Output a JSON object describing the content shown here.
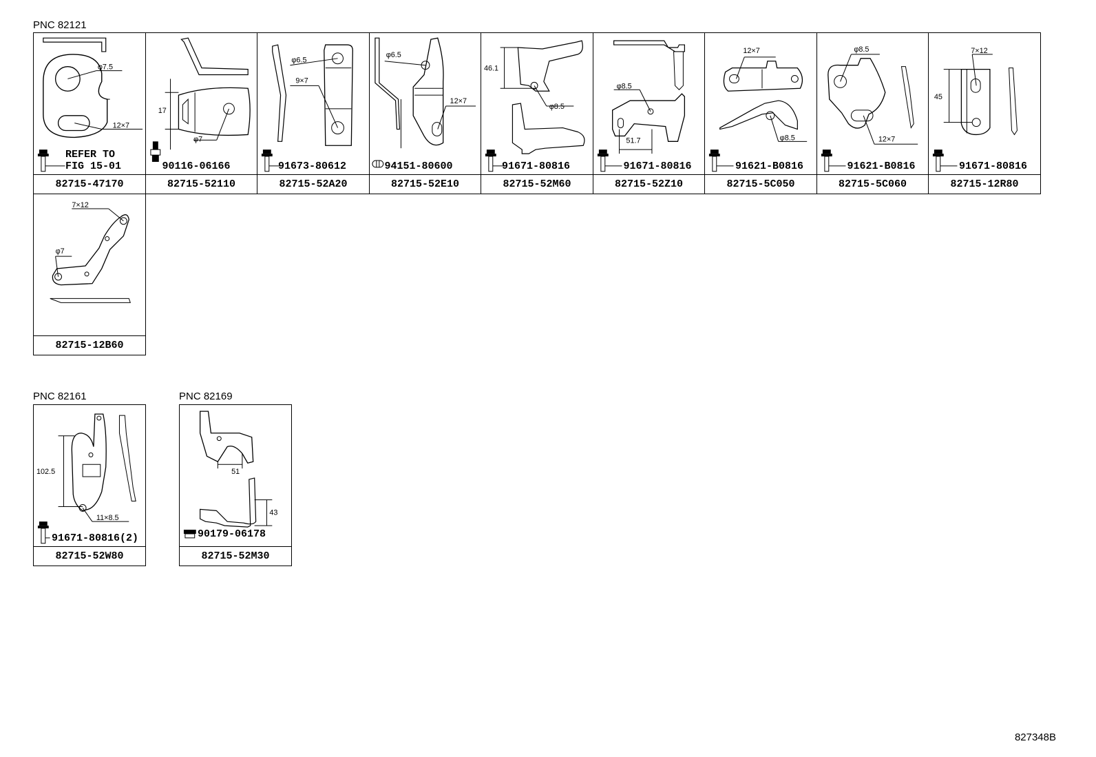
{
  "sections": [
    {
      "pnc": "PNC 82121",
      "rows": [
        [
          {
            "part": "82715-47170",
            "hardware": "",
            "refer": [
              "REFER TO",
              "FIG 15-01"
            ],
            "dims": [
              "φ7.5",
              "12×7"
            ]
          },
          {
            "part": "82715-52110",
            "hardware": "90116-06166",
            "dims": [
              "17",
              "φ7"
            ]
          },
          {
            "part": "82715-52A20",
            "hardware": "91673-80612",
            "dims": [
              "φ6.5",
              "9×7"
            ]
          },
          {
            "part": "82715-52E10",
            "hardware": "94151-80600",
            "dims": [
              "φ6.5",
              "12×7"
            ]
          },
          {
            "part": "82715-52M60",
            "hardware": "91671-80816",
            "dims": [
              "46.1",
              "φ8.5"
            ]
          },
          {
            "part": "82715-52Z10",
            "hardware": "91671-80816",
            "dims": [
              "φ8.5",
              "51.7"
            ]
          },
          {
            "part": "82715-5C050",
            "hardware": "91621-B0816",
            "dims": [
              "12×7",
              "φ8.5"
            ]
          },
          {
            "part": "82715-5C060",
            "hardware": "91621-B0816",
            "dims": [
              "φ8.5",
              "12×7"
            ]
          },
          {
            "part": "82715-12R80",
            "hardware": "91671-80816",
            "dims": [
              "7×12",
              "45"
            ]
          }
        ],
        [
          {
            "part": "82715-12B60",
            "hardware": "",
            "dims": [
              "7×12",
              "φ7"
            ]
          }
        ]
      ]
    },
    {
      "pnc": "PNC 82161",
      "rows": [
        [
          {
            "part": "82715-52W80",
            "hardware": "91671-80816(2)",
            "dims": [
              "102.5",
              "11×8.5"
            ]
          }
        ]
      ]
    },
    {
      "pnc": "PNC 82169",
      "rows": [
        [
          {
            "part": "82715-52M30",
            "hardware": "90179-06178",
            "dims": [
              "51",
              "43"
            ]
          }
        ]
      ]
    }
  ],
  "figure_id": "827348B"
}
